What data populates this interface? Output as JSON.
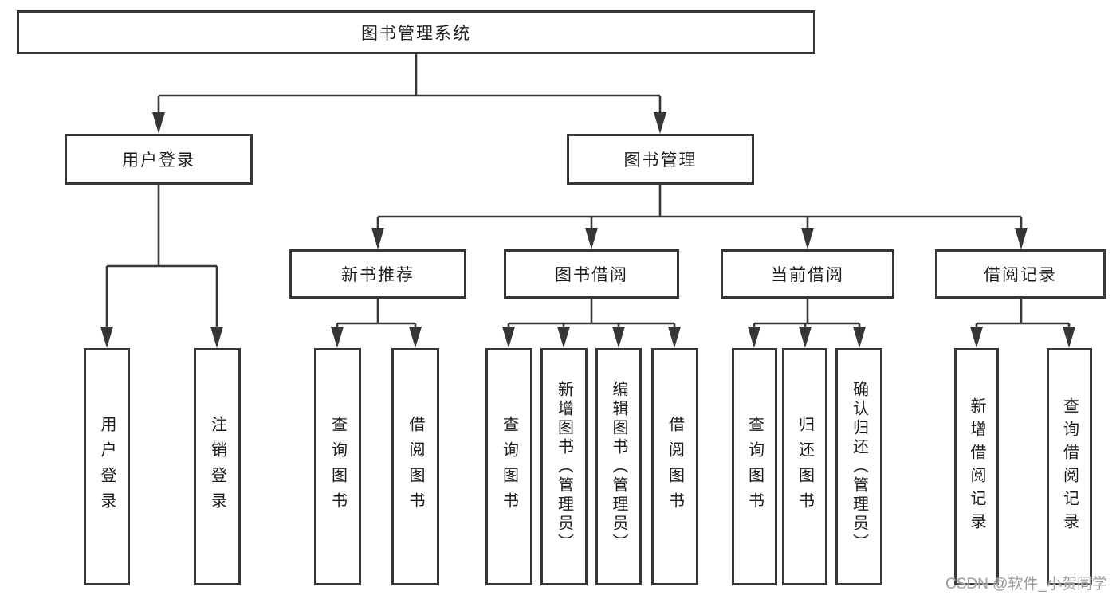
{
  "diagram": {
    "root": {
      "label": "图书管理系统"
    },
    "level2": [
      {
        "label": "用户登录",
        "children": [
          {
            "label": "用户登录"
          },
          {
            "label": "注销登录"
          }
        ]
      },
      {
        "label": "图书管理",
        "sections": [
          {
            "label": "新书推荐",
            "children": [
              {
                "label": "查询图书"
              },
              {
                "label": "借阅图书"
              }
            ]
          },
          {
            "label": "图书借阅",
            "children": [
              {
                "label": "查询图书"
              },
              {
                "label": "新增图书（管理员）"
              },
              {
                "label": "编辑图书（管理员）"
              },
              {
                "label": "借阅图书"
              }
            ]
          },
          {
            "label": "当前借阅",
            "children": [
              {
                "label": "查询图书"
              },
              {
                "label": "归还图书"
              },
              {
                "label": "确认归还（管理员）"
              }
            ]
          },
          {
            "label": "借阅记录",
            "children": [
              {
                "label": "新增借阅记录"
              },
              {
                "label": "查询借阅记录"
              }
            ]
          }
        ]
      }
    ]
  },
  "watermark": {
    "text": "CSDN @软件_小贺同学"
  },
  "colors": {
    "line": "#363636",
    "box_border": "#363636",
    "text": "#1c1c1c",
    "watermark": "#9c9c9c",
    "background": "#ffffff"
  }
}
